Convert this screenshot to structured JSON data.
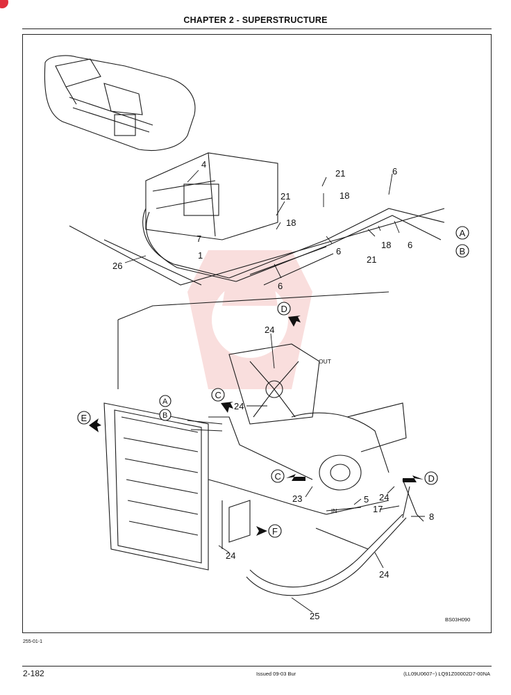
{
  "header": {
    "chapter_title": "CHAPTER 2 - SUPERSTRUCTURE"
  },
  "callouts": {
    "n4": "4",
    "n7": "7",
    "n1": "1",
    "n26": "26",
    "n21": "21",
    "n18": "18",
    "n6": "6",
    "n24": "24",
    "n23": "23",
    "n5": "5",
    "n17": "17",
    "n8": "8",
    "n25": "25"
  },
  "letters": {
    "a": "A",
    "b": "B",
    "c": "C",
    "d": "D",
    "e": "E",
    "f": "F"
  },
  "port_labels": {
    "out": "OUT",
    "in": "IN"
  },
  "diagram_ref": "BS03H090",
  "footer": {
    "figure_code": "255-01-1",
    "page_number": "2-182",
    "issued": "Issued 09-03   Bur",
    "doc_number": "(LL09U0607~)   LQ91Z00002D7-00NA"
  },
  "colors": {
    "line": "#1a1a1a",
    "watermark": "#f2b7b5",
    "corner_badge": "#e0303d"
  }
}
